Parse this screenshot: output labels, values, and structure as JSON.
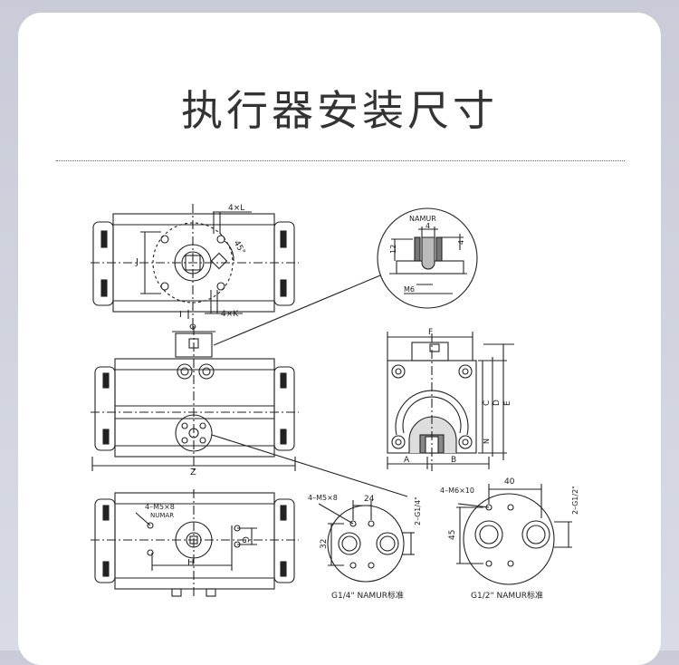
{
  "page": {
    "title": "执行器安装尺寸"
  },
  "drawing": {
    "labels": {
      "namur": "NAMUR",
      "four_x_l": "4×L",
      "four_x_k": "4×K",
      "angle_45": "45°",
      "dim_j": "J",
      "dim_i": "I",
      "dim_phi": "Φ",
      "dim_f": "F",
      "dim_c": "C",
      "dim_d": "D",
      "dim_e": "E",
      "dim_n": "N",
      "dim_a": "A",
      "dim_b": "B",
      "dim_z": "Z",
      "dim_h": "H",
      "dim_g": "G",
      "num_4": "4",
      "num_12": "12",
      "num_4b": "4",
      "m6": "M6",
      "m5x8_bottom": "4–M5×8",
      "numar": "NUMAR",
      "m5x8_detail": "4–M5×8",
      "num_24": "24",
      "num_32": "32",
      "g14_side": "2–G1/4\"",
      "g14_caption": "G1/4\"  NAMUR标准",
      "m6x10": "4–M6×10",
      "num_40": "40",
      "num_45": "45",
      "g12_side": "2–G1/2\"",
      "g12_caption": "G1/2\"  NAMUR标准"
    }
  }
}
